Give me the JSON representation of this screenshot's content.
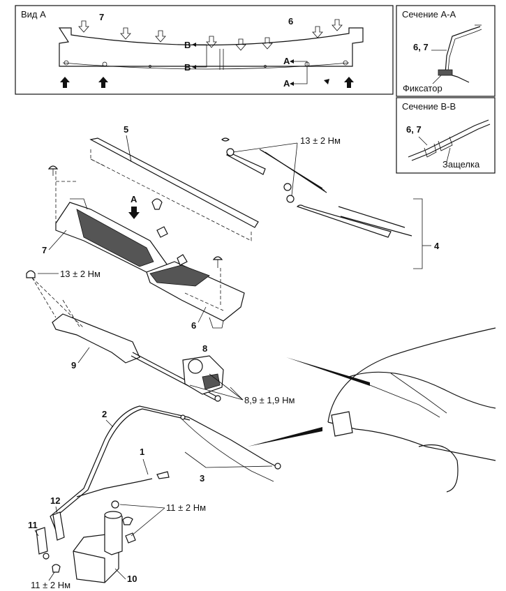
{
  "view_a": {
    "title": "Вид А",
    "labels": [
      "7",
      "6",
      "B",
      "B",
      "A",
      "A"
    ]
  },
  "section_aa": {
    "title": "Сечение А-А",
    "part_label": "6, 7",
    "callout": "Фиксатор"
  },
  "section_bb": {
    "title": "Сечение B-B",
    "part_label": "6, 7",
    "callout": "Защелка"
  },
  "view_arrow": "A",
  "callouts": {
    "p1": "1",
    "p2": "2",
    "p3": "3",
    "p4": "4",
    "p5": "5",
    "p6": "6",
    "p7": "7",
    "p8": "8",
    "p9": "9",
    "p10": "10",
    "p11": "11",
    "p12": "12"
  },
  "torques": {
    "wiper_arm_nut": "13 ± 2 Нм",
    "linkage_bolt": "13 ± 2 Нм",
    "motor_bolts": "8,9 ± 1,9 Нм",
    "tank_bolts_top": "11 ± 2 Нм",
    "tank_bolt_bottom": "11 ± 2 Нм"
  }
}
